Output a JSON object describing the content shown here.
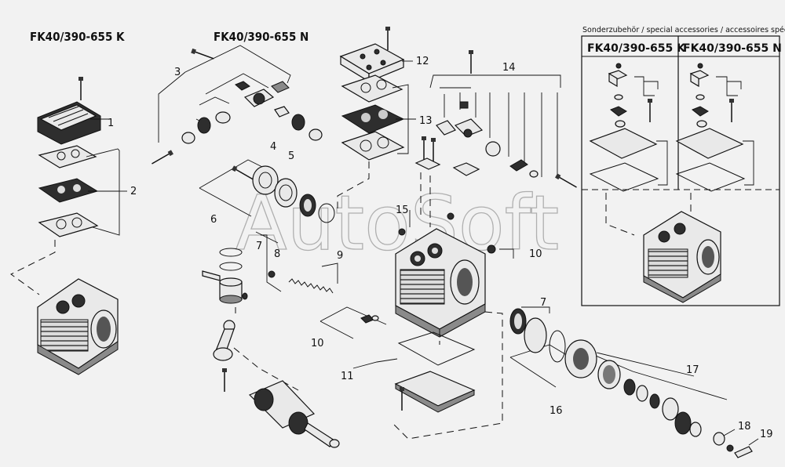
{
  "titles": {
    "left": "FK40/390-655 K",
    "center": "FK40/390-655 N"
  },
  "accessories": {
    "header": "Sonderzubehör / special accessories / accessoires spéciaux",
    "col_k": "FK40/390-655 K",
    "col_n": "FK40/390-655 N"
  },
  "watermark": "AutoSoft",
  "callouts": {
    "c1": "1",
    "c2": "2",
    "c3": "3",
    "c4": "4",
    "c5": "5",
    "c6": "6",
    "c7a": "7",
    "c7b": "7",
    "c8": "8",
    "c9": "9",
    "c10a": "10",
    "c10b": "10",
    "c11": "11",
    "c12": "12",
    "c13": "13",
    "c14": "14",
    "c15": "15",
    "c16": "16",
    "c17": "17",
    "c18": "18",
    "c19": "19"
  }
}
